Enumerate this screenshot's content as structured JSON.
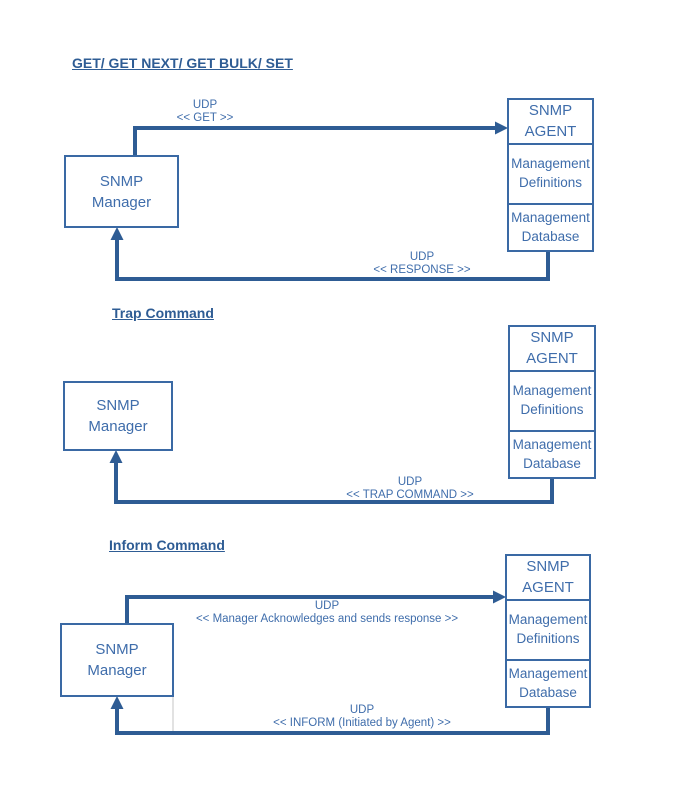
{
  "palette": {
    "line_blue": "#2e5c94",
    "border_blue": "#3a69a4",
    "text_blue": "#3f6dab",
    "artifact_gray": "#d9d9d9",
    "background": "#ffffff"
  },
  "get_section": {
    "heading": "GET/ GET NEXT/ GET BULK/ SET",
    "manager": "SNMP\nManager",
    "agent": {
      "title": "SNMP\nAGENT",
      "definitions": "Management\nDefinitions",
      "database": "Management\nDatabase"
    },
    "request_arrow": {
      "protocol": "UDP",
      "command": "<< GET >>"
    },
    "response_arrow": {
      "protocol": "UDP",
      "command": "<< RESPONSE >>"
    }
  },
  "trap_section": {
    "heading": "Trap Command",
    "manager": "SNMP\nManager",
    "agent": {
      "title": "SNMP\nAGENT",
      "definitions": "Management\nDefinitions",
      "database": "Management\nDatabase"
    },
    "trap_arrow": {
      "protocol": "UDP",
      "command": "<< TRAP COMMAND >>"
    }
  },
  "inform_section": {
    "heading": "Inform Command",
    "manager": "SNMP\nManager",
    "agent": {
      "title": "SNMP\nAGENT",
      "definitions": "Management\nDefinitions",
      "database": "Management\nDatabase"
    },
    "ack_arrow": {
      "protocol": "UDP",
      "command": "<< Manager Acknowledges and sends response >>"
    },
    "inform_arrow": {
      "protocol": "UDP",
      "command": "<< INFORM (Initiated by Agent)  >>"
    }
  }
}
